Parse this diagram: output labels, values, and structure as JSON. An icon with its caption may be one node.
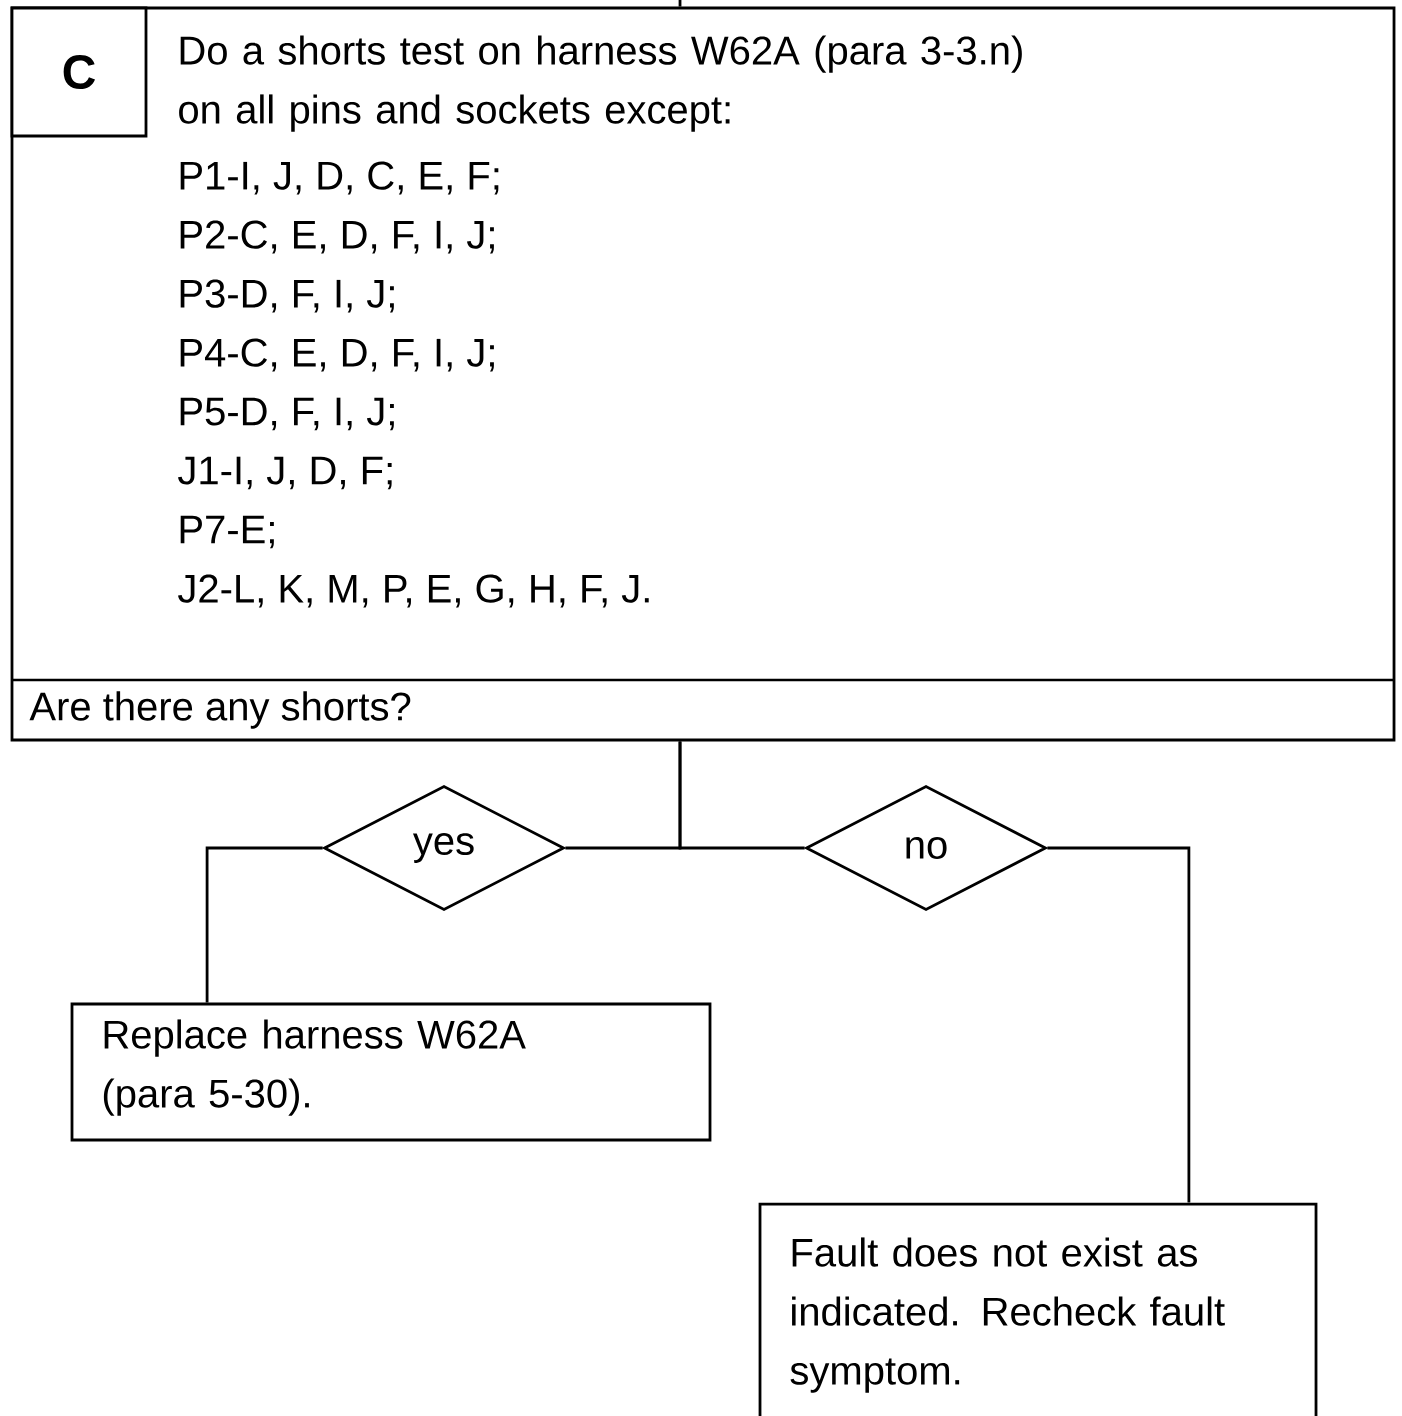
{
  "diagram": {
    "nodes": [
      {
        "text": [
          "Do a shorts test on harness W62A (para 3-3.n) on all pins and sockets except:",
          "P1-I, J, D, C, E, F;",
          "P2-C, E, D, F, I, J;",
          "P3-D, F, I, J;",
          "P4-C, E, D, F, I, J;",
          "P5-D, F, I, J;",
          "J1-I, J, D, F;",
          "P7-E;",
          "J2-L, K, M, P, E, G, H, F, J.",
          "Are there any shorts?"
        ]
      },
      {
        "text": [
          "C"
        ],
        "in": 0
      },
      {
        "text": [
          "yes"
        ]
      },
      {
        "text": [
          "Replace harness W62A (para 5-30)."
        ]
      },
      {
        "text": [
          "no"
        ]
      },
      {
        "text": [
          "Fault does not exist as indicated.  Recheck fault symptom."
        ]
      }
    ],
    "edges": [
      {
        "from": null,
        "to": 0,
        "arrow": "none"
      },
      {
        "from": 0,
        "to": 2,
        "arrow": "none"
      },
      {
        "from": 2,
        "to": 3,
        "arrow": "none"
      },
      {
        "from": 0,
        "to": 4,
        "arrow": "none"
      },
      {
        "from": 4,
        "to": 5,
        "arrow": "none"
      }
    ]
  }
}
